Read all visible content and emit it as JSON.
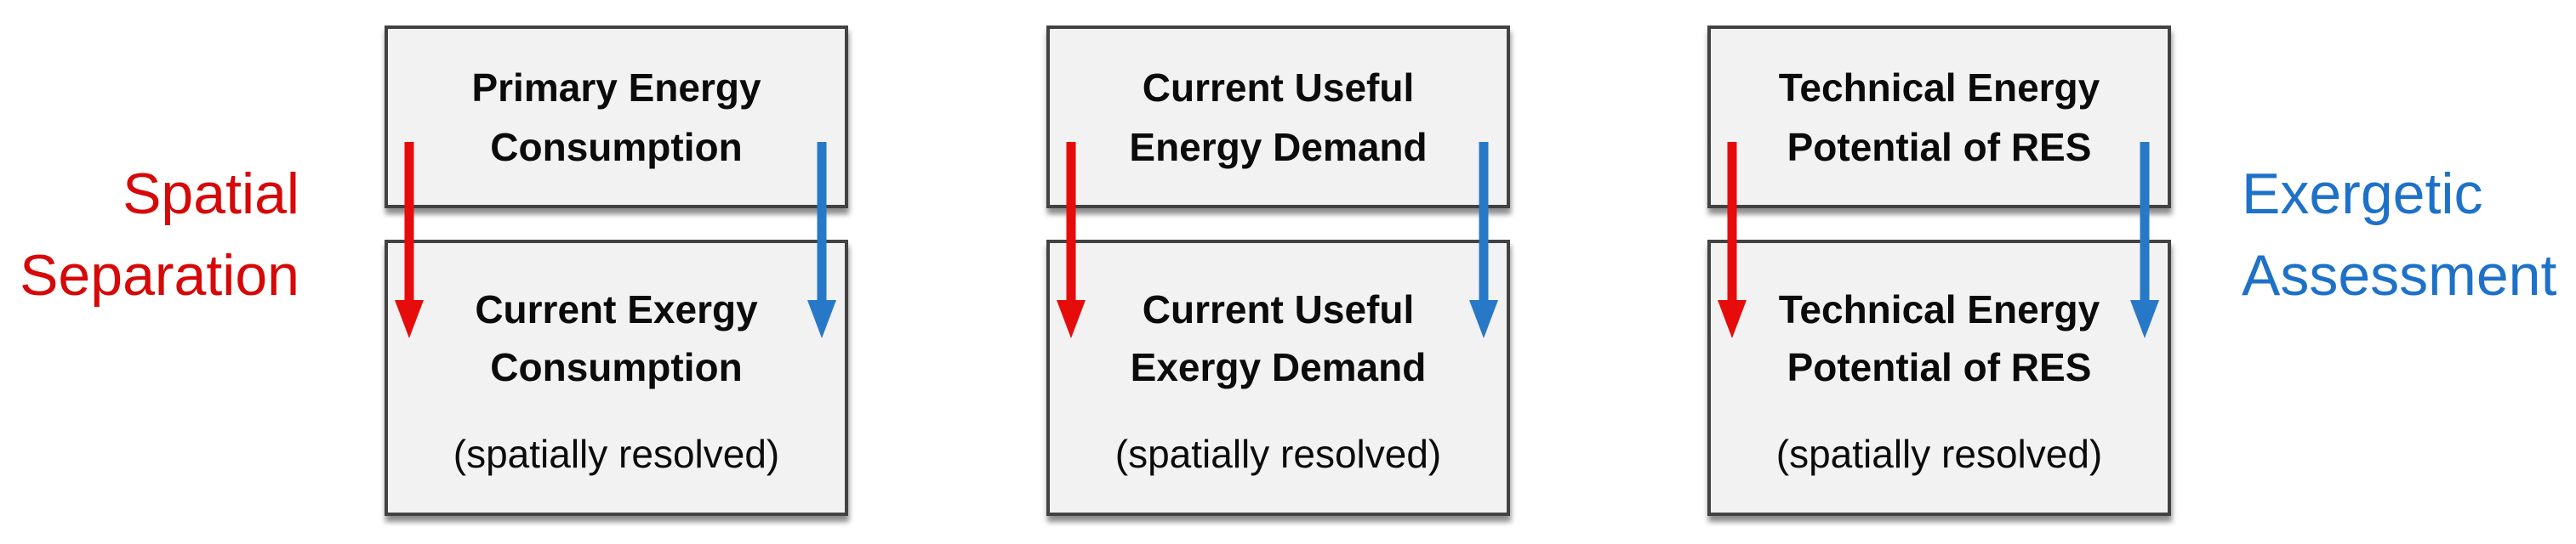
{
  "diagram": {
    "left_label": {
      "lines": [
        "Spatial",
        "Separation"
      ],
      "color": "#d60808"
    },
    "right_label": {
      "lines": [
        "Exergetic",
        "Assessment"
      ],
      "color": "#1e71c8"
    },
    "arrow_colors": {
      "red": "#e60c0c",
      "blue": "#2878c8"
    },
    "box_style": {
      "fill": "#f2f2f2",
      "border": "#424242",
      "text": "#0b0b0b"
    },
    "columns": [
      {
        "top_box": {
          "line1": "Primary Energy",
          "line2": "Consumption"
        },
        "bottom_box": {
          "line1": "Current Exergy",
          "line2": "Consumption",
          "note": "(spatially resolved)"
        }
      },
      {
        "top_box": {
          "line1": "Current Useful",
          "line2": "Energy Demand"
        },
        "bottom_box": {
          "line1": "Current Useful",
          "line2": "Exergy Demand",
          "note": "(spatially resolved)"
        }
      },
      {
        "top_box": {
          "line1": "Technical Energy",
          "line2": "Potential of RES"
        },
        "bottom_box": {
          "line1": "Technical Energy",
          "line2": "Potential of RES",
          "note": "(spatially resolved)"
        }
      }
    ]
  }
}
